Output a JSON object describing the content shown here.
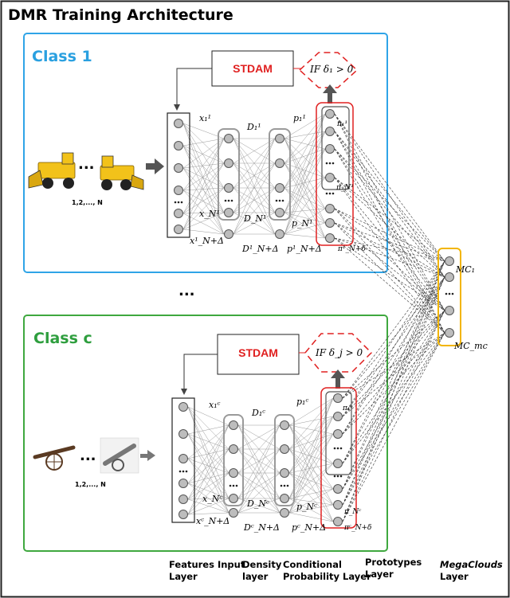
{
  "title": "DMR Training Architecture",
  "colors": {
    "class1_border": "#2fa4e7",
    "classc_border": "#3fa83f",
    "class1_title": "#2aa0e0",
    "classc_title": "#2e9e3e",
    "stdam_text": "#e02020",
    "prototype_box": "#e02020",
    "megacloud_box": "#f2b500",
    "layer_box": "#9a9a9a"
  },
  "class1": {
    "title": "Class 1",
    "stdam": "STDAM",
    "condition": "IF δ₁ > 0",
    "range": "1,2,..., N",
    "ellipsis": "...",
    "labels": {
      "x1": "x₁¹",
      "xN": "x_N¹",
      "xNd": "x¹_N+Δ",
      "D1": "D₁¹",
      "DN": "D_N¹",
      "DNd": "D¹_N+Δ",
      "p1": "p₁¹",
      "pN": "p_N¹",
      "pNd": "p¹_N+Δ",
      "pi1": "π₁¹",
      "piN": "π_N¹",
      "piNd": "π¹_N+δ"
    }
  },
  "middle_ellipsis": "...",
  "classc": {
    "title": "Class c",
    "stdam": "STDAM",
    "condition": "IF δ_j > 0",
    "range": "1,2,..., N",
    "ellipsis": "...",
    "labels": {
      "x1": "x₁ᶜ",
      "xN": "x_Nᶜ",
      "xNd": "xᶜ_N+Δ",
      "D1": "D₁ᶜ",
      "DN": "D_Nᶜ",
      "DNd": "Dᶜ_N+Δ",
      "p1": "p₁ᶜ",
      "pN": "p_Nᶜ",
      "pNd": "pᶜ_N+Δ",
      "pi1": "π₁ᶜ",
      "piN": "π_Nᶜ",
      "piNd": "πᶜ_N+δ"
    }
  },
  "megaclouds": {
    "top": "MC₁",
    "bottom": "MC_mc"
  },
  "layer_labels": {
    "features": [
      "Features Input",
      "Layer"
    ],
    "density": [
      "Density",
      "layer"
    ],
    "conditional": [
      "Conditional",
      "Probability Layer"
    ],
    "prototypes": [
      "Prototypes",
      "Layer"
    ],
    "megaclouds": [
      "MegaClouds",
      "Layer"
    ]
  }
}
